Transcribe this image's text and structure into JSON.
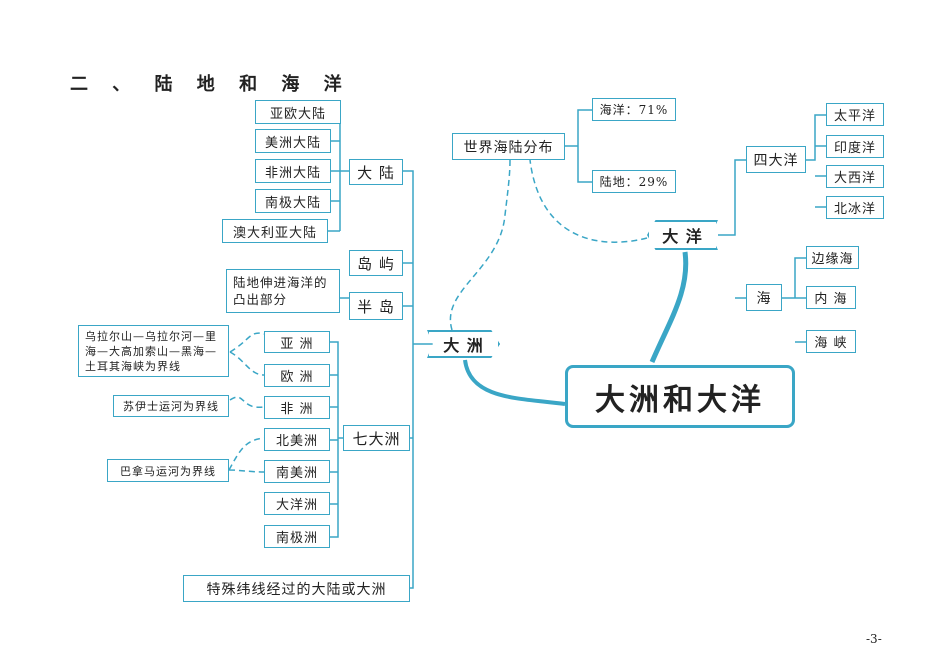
{
  "heading": "二 、 陆 地 和 海 洋",
  "title": "大洲和大洋",
  "land": {
    "root": "大 洲",
    "mainland": "大 陆",
    "mainlands": [
      "亚欧大陆",
      "美洲大陆",
      "非洲大陆",
      "南极大陆",
      "澳大利亚大陆"
    ],
    "island": "岛 屿",
    "peninsula": "半 岛",
    "peninsula_note": "陆地伸进海洋的凸出部分",
    "seven": "七大洲",
    "continents": [
      "亚 洲",
      "欧 洲",
      "非 洲",
      "北美洲",
      "南美洲",
      "大洋洲",
      "南极洲"
    ],
    "note_asia_europe": "乌拉尔山—乌拉尔河—里海—大高加索山—黑海—土耳其海峡为界线",
    "note_suez": "苏伊士运河为界线",
    "note_panama": "巴拿马运河为界线",
    "latitude": "特殊纬线经过的大陆或大洲"
  },
  "sea": {
    "root": "大 洋",
    "distribution": "世界海陆分布",
    "ocean_pct": "海洋：71%",
    "land_pct": "陆地：29%",
    "four": "四大洋",
    "oceans": [
      "太平洋",
      "印度洋",
      "大西洋",
      "北冰洋"
    ],
    "sea": "海",
    "seas": [
      "边缘海",
      "内 海",
      "海 峡"
    ]
  },
  "page": "-3-"
}
